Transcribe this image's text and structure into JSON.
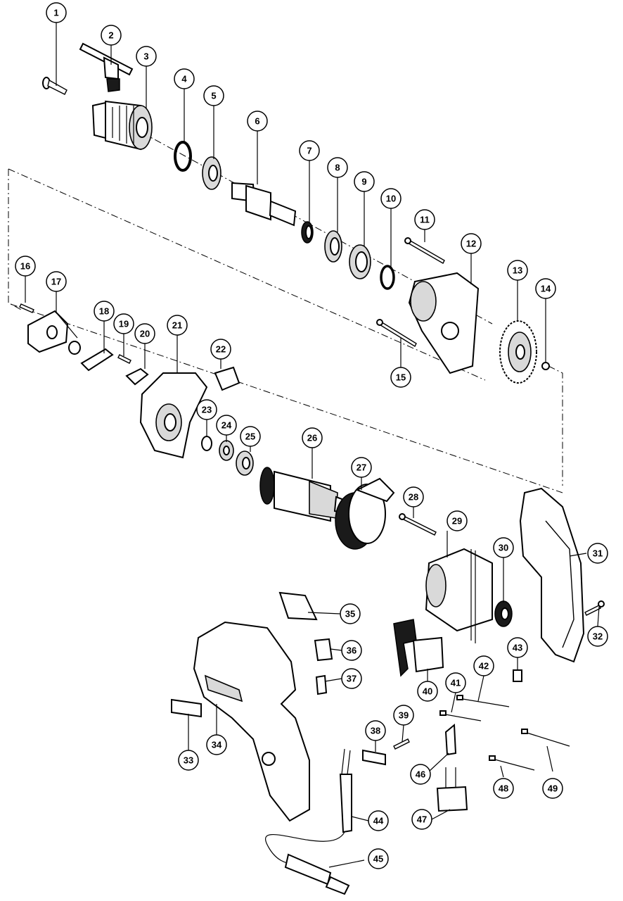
{
  "callouts": [
    "1",
    "2",
    "3",
    "4",
    "5",
    "6",
    "7",
    "8",
    "9",
    "10",
    "11",
    "12",
    "13",
    "14",
    "15",
    "16",
    "17",
    "18",
    "19",
    "20",
    "21",
    "22",
    "23",
    "24",
    "25",
    "26",
    "27",
    "28",
    "29",
    "30",
    "31",
    "32",
    "33",
    "34",
    "35",
    "36",
    "37",
    "38",
    "39",
    "40",
    "41",
    "42",
    "43",
    "44",
    "45",
    "46",
    "47",
    "48",
    "49"
  ]
}
